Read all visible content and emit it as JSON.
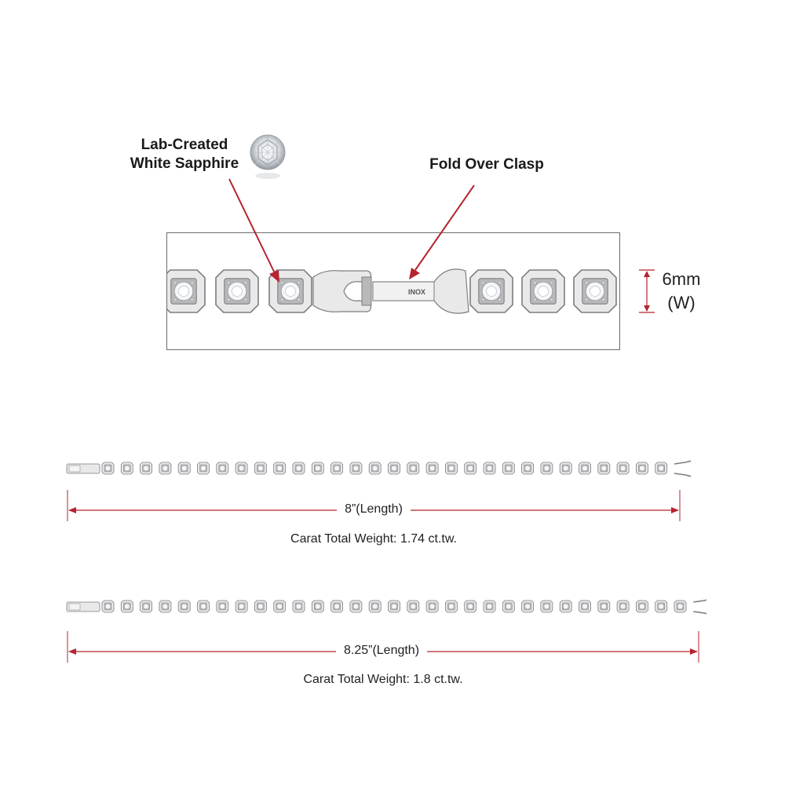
{
  "callouts": {
    "stone_line1": "Lab-Created",
    "stone_line2": "White Sapphire",
    "clasp": "Fold Over Clasp"
  },
  "dimensions": {
    "width_value": "6mm",
    "width_axis": "(W)"
  },
  "bracelets": [
    {
      "length_label": "8”(Length)",
      "carat_label": "Carat Total Weight: 1.74 ct.tw."
    },
    {
      "length_label": "8.25”(Length)",
      "carat_label": "Carat Total Weight: 1.8 ct.tw."
    }
  ],
  "engraving": "INOX",
  "colors": {
    "annotation_red": "#b5232f",
    "steel_light": "#e9e9ea",
    "steel_mid": "#b9b9bb",
    "steel_dark": "#7d7d80",
    "gem": "#f4f6f8"
  }
}
